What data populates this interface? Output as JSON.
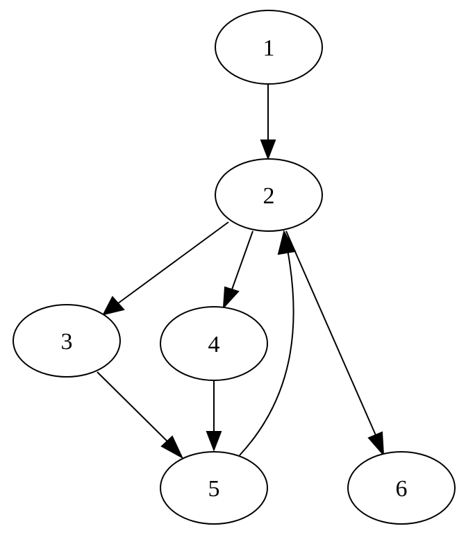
{
  "graph": {
    "nodes": [
      {
        "id": "1",
        "label": "1"
      },
      {
        "id": "2",
        "label": "2"
      },
      {
        "id": "3",
        "label": "3"
      },
      {
        "id": "4",
        "label": "4"
      },
      {
        "id": "5",
        "label": "5"
      },
      {
        "id": "6",
        "label": "6"
      }
    ],
    "edges": [
      {
        "from": "1",
        "to": "2"
      },
      {
        "from": "2",
        "to": "3"
      },
      {
        "from": "2",
        "to": "4"
      },
      {
        "from": "2",
        "to": "6"
      },
      {
        "from": "3",
        "to": "5"
      },
      {
        "from": "4",
        "to": "5"
      },
      {
        "from": "5",
        "to": "2"
      }
    ],
    "colors": {
      "stroke": "#000000",
      "fill": "#ffffff",
      "text": "#000000"
    }
  }
}
